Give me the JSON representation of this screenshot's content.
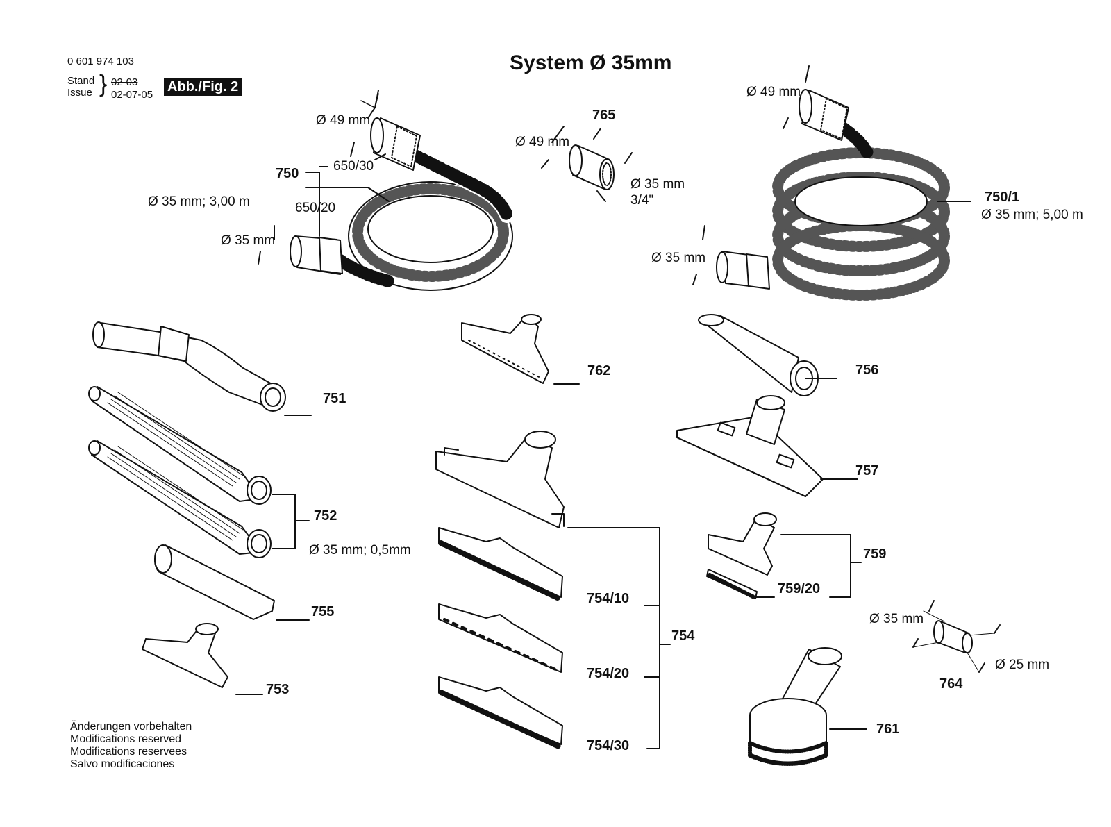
{
  "header": {
    "doc_number": "0 601 974 103",
    "stand_label": "Stand",
    "issue_label": "Issue",
    "old_date": "02-03",
    "issue_date": "02-07-05",
    "figure_badge": "Abb./Fig. 2",
    "title": "System Ø 35mm"
  },
  "labels": {
    "l750_d49": "Ø 49 mm",
    "l750_p650_30": "650/30",
    "l750": "750",
    "l750_spec": "Ø 35 mm; 3,00 m",
    "l750_p650_20": "650/20",
    "l750_d35": "Ø 35 mm",
    "l765": "765",
    "l765_d49": "Ø 49 mm",
    "l765_d35": "Ø 35 mm",
    "l765_thread": "3/4\"",
    "l7501_d49": "Ø 49 mm",
    "l7501": "750/1",
    "l7501_spec": "Ø 35 mm; 5,00 m",
    "l7501_d35": "Ø 35 mm",
    "l751": "751",
    "l762": "762",
    "l756": "756",
    "l752": "752",
    "l752_spec": "Ø 35 mm; 0,5mm",
    "l757": "757",
    "l755": "755",
    "l759": "759",
    "l759_20": "759/20",
    "l754_10": "754/10",
    "l754": "754",
    "l754_20": "754/20",
    "l754_30": "754/30",
    "l753": "753",
    "l764_d35": "Ø 35 mm",
    "l764_d25": "Ø 25 mm",
    "l764": "764",
    "l761": "761"
  },
  "footer": {
    "line1": "Änderungen vorbehalten",
    "line2": "Modifications reserved",
    "line3": "Modifications reservees",
    "line4": "Salvo modificaciones"
  }
}
